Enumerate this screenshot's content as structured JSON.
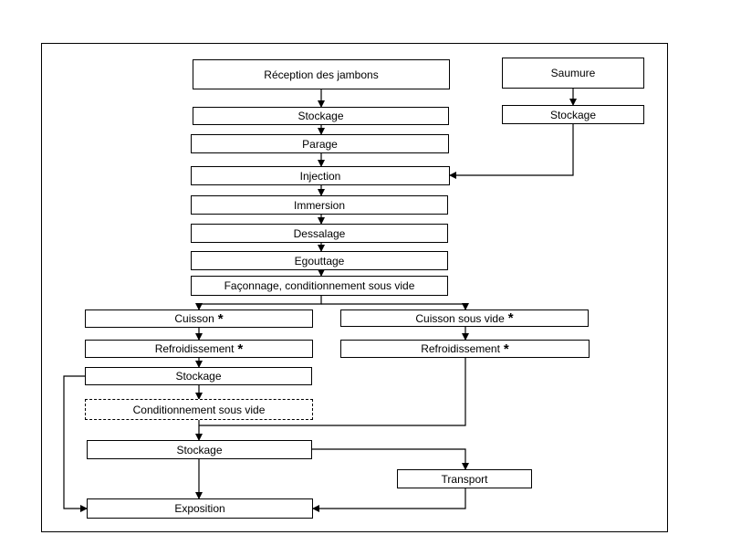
{
  "diagram": {
    "nodes": {
      "reception": {
        "label": "Réception des jambons"
      },
      "saumure": {
        "label": "Saumure"
      },
      "stockage1": {
        "label": "Stockage"
      },
      "stockage_saumure": {
        "label": "Stockage"
      },
      "parage": {
        "label": "Parage"
      },
      "injection": {
        "label": "Injection"
      },
      "immersion": {
        "label": "Immersion"
      },
      "dessalage": {
        "label": "Dessalage"
      },
      "egouttage": {
        "label": "Egouttage"
      },
      "faconnage": {
        "label": "Façonnage, conditionnement sous vide"
      },
      "cuisson": {
        "label": "Cuisson",
        "marker": "*"
      },
      "cuisson_sv": {
        "label": "Cuisson sous vide",
        "marker": "*"
      },
      "refroid1": {
        "label": "Refroidissement",
        "marker": "*"
      },
      "refroid2": {
        "label": "Refroidissement",
        "marker": "*"
      },
      "stockage2": {
        "label": "Stockage"
      },
      "cond_sv": {
        "label": "Conditionnement sous vide"
      },
      "stockage3": {
        "label": "Stockage"
      },
      "transport": {
        "label": "Transport"
      },
      "exposition": {
        "label": "Exposition"
      }
    }
  }
}
